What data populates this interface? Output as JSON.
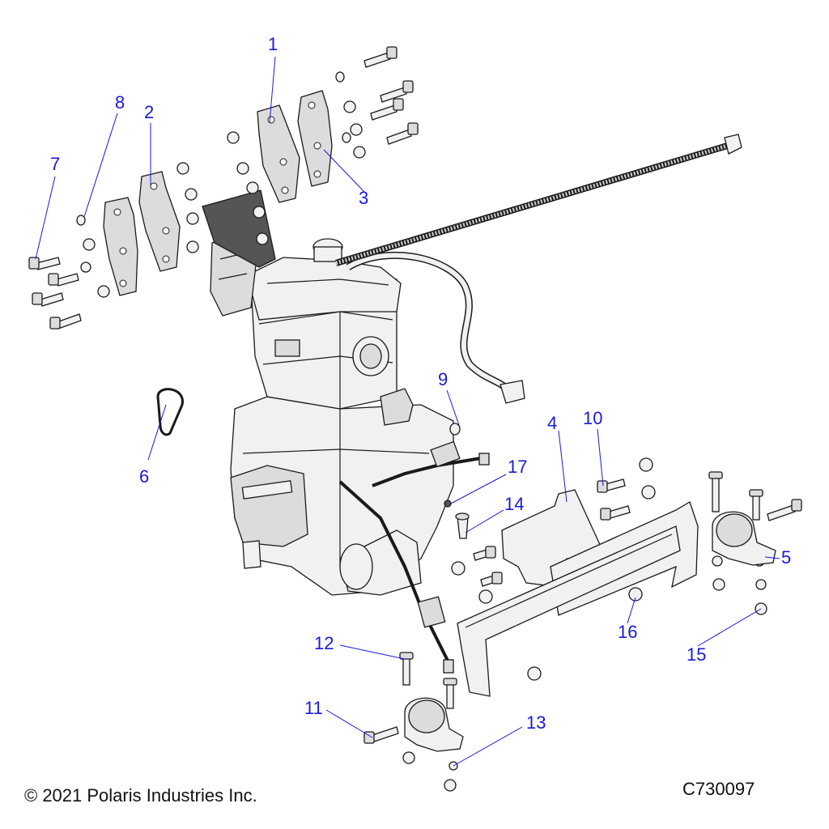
{
  "diagram": {
    "callouts": [
      {
        "id": "1",
        "label": "1"
      },
      {
        "id": "2",
        "label": "2"
      },
      {
        "id": "3",
        "label": "3"
      },
      {
        "id": "4",
        "label": "4"
      },
      {
        "id": "5",
        "label": "5"
      },
      {
        "id": "6",
        "label": "6"
      },
      {
        "id": "7",
        "label": "7"
      },
      {
        "id": "8",
        "label": "8"
      },
      {
        "id": "9",
        "label": "9"
      },
      {
        "id": "10",
        "label": "10"
      },
      {
        "id": "11",
        "label": "11"
      },
      {
        "id": "12",
        "label": "12"
      },
      {
        "id": "13",
        "label": "13"
      },
      {
        "id": "14",
        "label": "14"
      },
      {
        "id": "15",
        "label": "15"
      },
      {
        "id": "16",
        "label": "16"
      },
      {
        "id": "17",
        "label": "17"
      }
    ],
    "copyright": "© 2021 Polaris Industries Inc.",
    "drawing_number": "C730097",
    "callout_color": "#1a1ad6"
  }
}
